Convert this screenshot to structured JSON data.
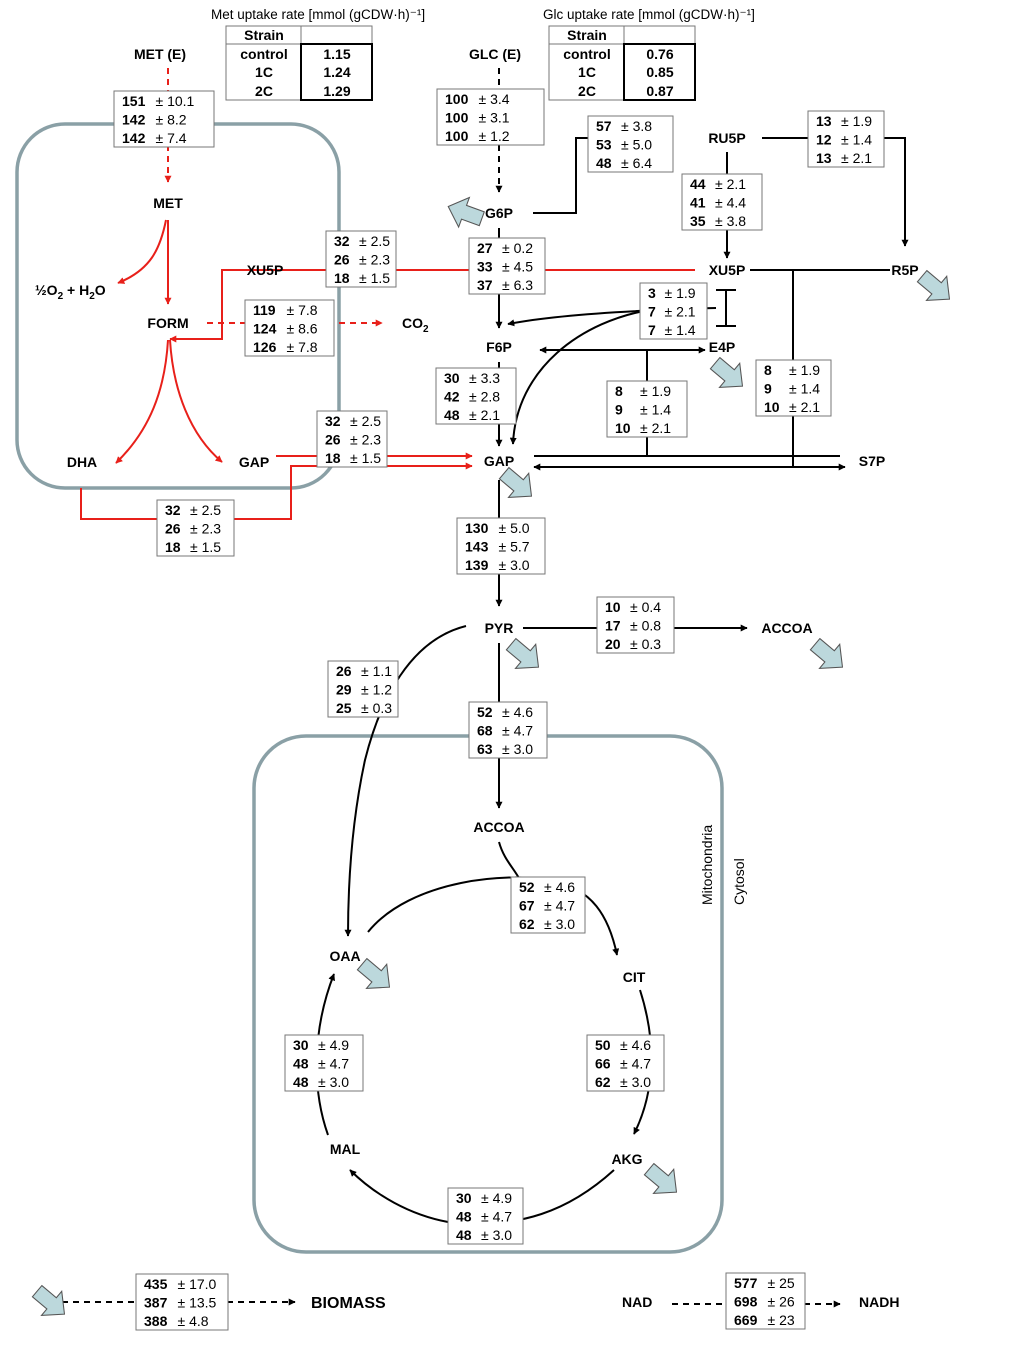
{
  "metabolites": {
    "met_e": "MET (E)",
    "met": "MET",
    "o2h2o": "½O",
    "form": "FORM",
    "xu5p_left": "XU5P",
    "co2": "CO",
    "dha": "DHA",
    "gap_left": "GAP",
    "glc_e": "GLC (E)",
    "g6p": "G6P",
    "ru5p": "RU5P",
    "xu5p": "XU5P",
    "r5p": "R5P",
    "f6p": "F6P",
    "e4p": "E4P",
    "gap": "GAP",
    "s7p": "S7P",
    "pyr": "PYR",
    "accoa_cyto": "ACCOA",
    "accoa_mito": "ACCOA",
    "oaa": "OAA",
    "cit": "CIT",
    "mal": "MAL",
    "akg": "AKG",
    "biomass": "BIOMASS",
    "nad": "NAD",
    "nadh": "NADH"
  },
  "compartments": {
    "mitochondria": "Mitochondria",
    "cytosol": "Cytosol"
  },
  "met_uptake": {
    "title": "Met uptake rate [mmol (gCDW·h)⁻¹]",
    "header": "Strain",
    "rows": [
      {
        "strain": "control",
        "value": "1.15"
      },
      {
        "strain": "1C",
        "value": "1.24"
      },
      {
        "strain": "2C",
        "value": "1.29"
      }
    ]
  },
  "glc_uptake": {
    "title": "Glc uptake rate [mmol (gCDW·h)⁻¹]",
    "header": "Strain",
    "rows": [
      {
        "strain": "control",
        "value": "0.76"
      },
      {
        "strain": "1C",
        "value": "0.85"
      },
      {
        "strain": "2C",
        "value": "0.87"
      }
    ]
  },
  "fluxes": {
    "met_uptake": {
      "v": [
        "151",
        "142",
        "142"
      ],
      "e": [
        "± 10.1",
        "± 8.2",
        "± 7.4"
      ]
    },
    "glc_uptake": {
      "v": [
        "100",
        "100",
        "100"
      ],
      "e": [
        "± 3.4",
        "± 3.1",
        "± 1.2"
      ]
    },
    "g6p_ru5p": {
      "v": [
        "57",
        "53",
        "48"
      ],
      "e": [
        "± 3.8",
        "± 5.0",
        "± 6.4"
      ]
    },
    "ru5p_r5p": {
      "v": [
        "13",
        "12",
        "13"
      ],
      "e": [
        "± 1.9",
        "± 1.4",
        "± 2.1"
      ]
    },
    "ru5p_xu5p": {
      "v": [
        "44",
        "41",
        "35"
      ],
      "e": [
        "± 2.1",
        "± 4.4",
        "± 3.8"
      ]
    },
    "xu5p_transfer": {
      "v": [
        "32",
        "26",
        "18"
      ],
      "e": [
        "± 2.5",
        "± 2.3",
        "± 1.5"
      ]
    },
    "g6p_f6p": {
      "v": [
        "27",
        "33",
        "37"
      ],
      "e": [
        "± 0.2",
        "± 4.5",
        "± 6.3"
      ]
    },
    "tkt1": {
      "v": [
        "3",
        "7",
        "7"
      ],
      "e": [
        "± 1.9",
        "± 2.1",
        "± 1.4"
      ]
    },
    "form_co2": {
      "v": [
        "119",
        "124",
        "126"
      ],
      "e": [
        "± 7.8",
        "± 8.6",
        "± 7.8"
      ]
    },
    "f6p_gap": {
      "v": [
        "30",
        "42",
        "48"
      ],
      "e": [
        "± 3.3",
        "± 2.8",
        "± 2.1"
      ]
    },
    "tal": {
      "v": [
        "8",
        "9",
        "10"
      ],
      "e": [
        "± 1.9",
        "± 1.4",
        "± 2.1"
      ]
    },
    "tkt2": {
      "v": [
        "8",
        "9",
        "10"
      ],
      "e": [
        "± 1.9",
        "± 1.4",
        "± 2.1"
      ]
    },
    "gap_transfer": {
      "v": [
        "32",
        "26",
        "18"
      ],
      "e": [
        "± 2.5",
        "± 2.3",
        "± 1.5"
      ]
    },
    "dha_flux": {
      "v": [
        "32",
        "26",
        "18"
      ],
      "e": [
        "± 2.5",
        "± 2.3",
        "± 1.5"
      ]
    },
    "gap_pyr": {
      "v": [
        "130",
        "143",
        "139"
      ],
      "e": [
        "± 5.0",
        "± 5.7",
        "± 3.0"
      ]
    },
    "pyr_accoa": {
      "v": [
        "10",
        "17",
        "20"
      ],
      "e": [
        "± 0.4",
        "± 0.8",
        "± 0.3"
      ]
    },
    "pyr_oaa": {
      "v": [
        "26",
        "29",
        "25"
      ],
      "e": [
        "± 1.1",
        "± 1.2",
        "± 0.3"
      ]
    },
    "pyr_mito": {
      "v": [
        "52",
        "68",
        "63"
      ],
      "e": [
        "± 4.6",
        "± 4.7",
        "± 3.0"
      ]
    },
    "cit_syn": {
      "v": [
        "52",
        "67",
        "62"
      ],
      "e": [
        "± 4.6",
        "± 4.7",
        "± 3.0"
      ]
    },
    "cit_akg": {
      "v": [
        "50",
        "66",
        "62"
      ],
      "e": [
        "± 4.6",
        "± 4.7",
        "± 3.0"
      ]
    },
    "akg_mal": {
      "v": [
        "30",
        "48",
        "48"
      ],
      "e": [
        "± 4.9",
        "± 4.7",
        "± 3.0"
      ]
    },
    "mal_oaa": {
      "v": [
        "30",
        "48",
        "48"
      ],
      "e": [
        "± 4.9",
        "± 4.7",
        "± 3.0"
      ]
    },
    "biomass": {
      "v": [
        "435",
        "387",
        "388"
      ],
      "e": [
        "± 17.0",
        "± 13.5",
        "± 4.8"
      ]
    },
    "nadh": {
      "v": [
        "577",
        "698",
        "669"
      ],
      "e": [
        "± 25",
        "± 26",
        "± 23"
      ]
    }
  }
}
